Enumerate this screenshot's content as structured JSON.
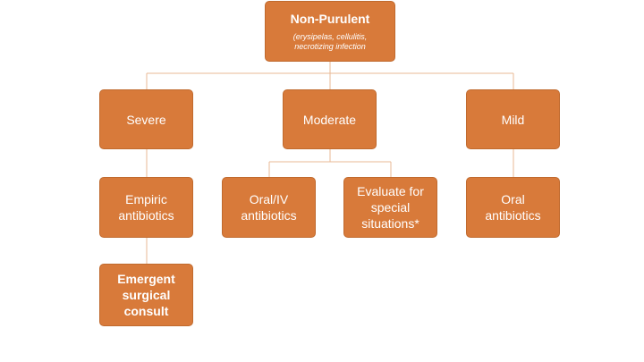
{
  "diagram": {
    "root": {
      "title": "Non-Purulent",
      "subtitle": "(erysipelas, cellulitis,\nnecrotizing infection"
    },
    "severity": {
      "severe": "Severe",
      "moderate": "Moderate",
      "mild": "Mild"
    },
    "actions": {
      "empiric_antibiotics": "Empiric\nantibiotics",
      "emergent_surgical_consult": "Emergent\nsurgical\nconsult",
      "oral_iv_antibiotics": "Oral/IV\nantibiotics",
      "evaluate_special": "Evaluate for\nspecial\nsituations*",
      "oral_antibiotics": "Oral\nantibiotics"
    },
    "colors": {
      "box_fill": "#d87a3a",
      "box_border": "#c06a2e",
      "connector": "#e8b894",
      "text": "#ffffff"
    }
  }
}
